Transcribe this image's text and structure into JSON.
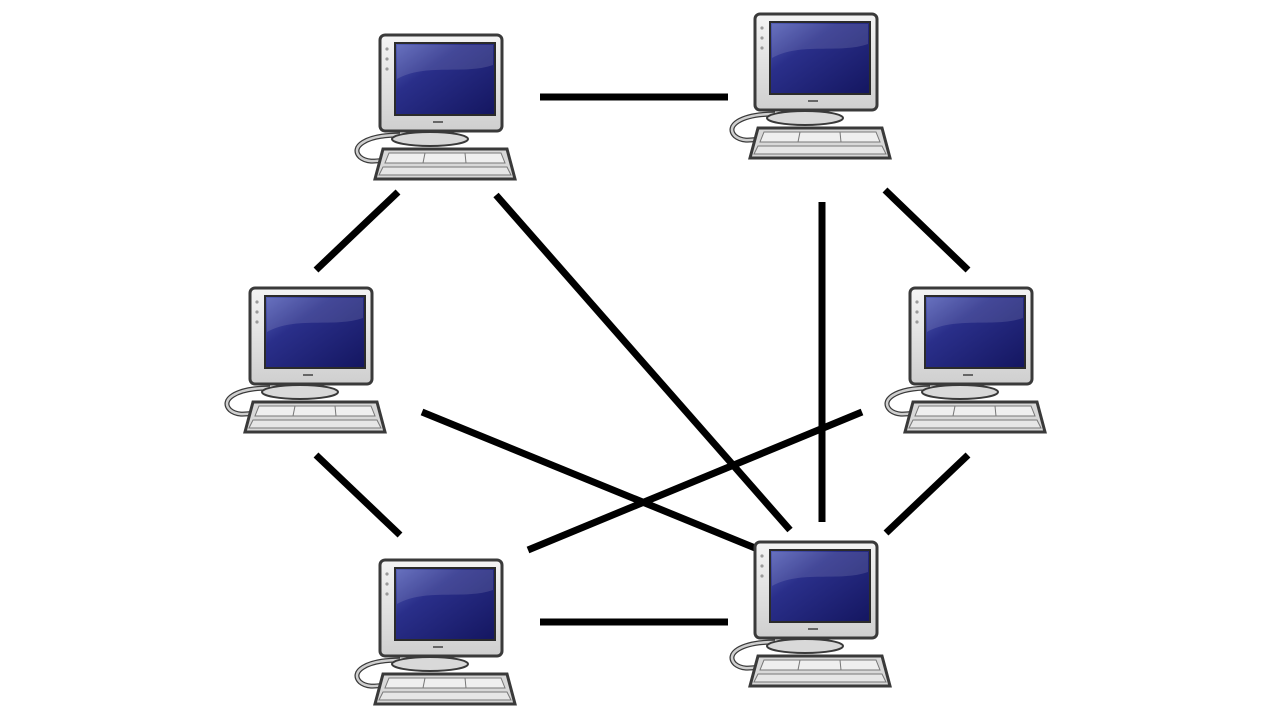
{
  "diagram": {
    "type": "mesh-network",
    "nodes": [
      {
        "id": "computer-top-left",
        "icon": "desktop-computer-icon"
      },
      {
        "id": "computer-top-right",
        "icon": "desktop-computer-icon"
      },
      {
        "id": "computer-middle-left",
        "icon": "desktop-computer-icon"
      },
      {
        "id": "computer-middle-right",
        "icon": "desktop-computer-icon"
      },
      {
        "id": "computer-bottom-left",
        "icon": "desktop-computer-icon"
      },
      {
        "id": "computer-bottom-right",
        "icon": "desktop-computer-icon"
      }
    ],
    "edges": [
      {
        "from": "computer-top-left",
        "to": "computer-top-right"
      },
      {
        "from": "computer-top-left",
        "to": "computer-middle-left"
      },
      {
        "from": "computer-top-left",
        "to": "computer-bottom-right"
      },
      {
        "from": "computer-top-right",
        "to": "computer-middle-right"
      },
      {
        "from": "computer-top-right",
        "to": "computer-bottom-right"
      },
      {
        "from": "computer-middle-left",
        "to": "computer-bottom-left"
      },
      {
        "from": "computer-middle-left",
        "to": "computer-bottom-right"
      },
      {
        "from": "computer-middle-right",
        "to": "computer-bottom-left"
      },
      {
        "from": "computer-middle-right",
        "to": "computer-bottom-right"
      },
      {
        "from": "computer-bottom-left",
        "to": "computer-bottom-right"
      }
    ],
    "colors": {
      "screen": "#1c1f6e",
      "screen_highlight": "#4a55b0",
      "bezel": "#e9e9e9",
      "outline": "#3a3a3a",
      "keyboard": "#d8d8d8",
      "link": "#000000"
    }
  }
}
